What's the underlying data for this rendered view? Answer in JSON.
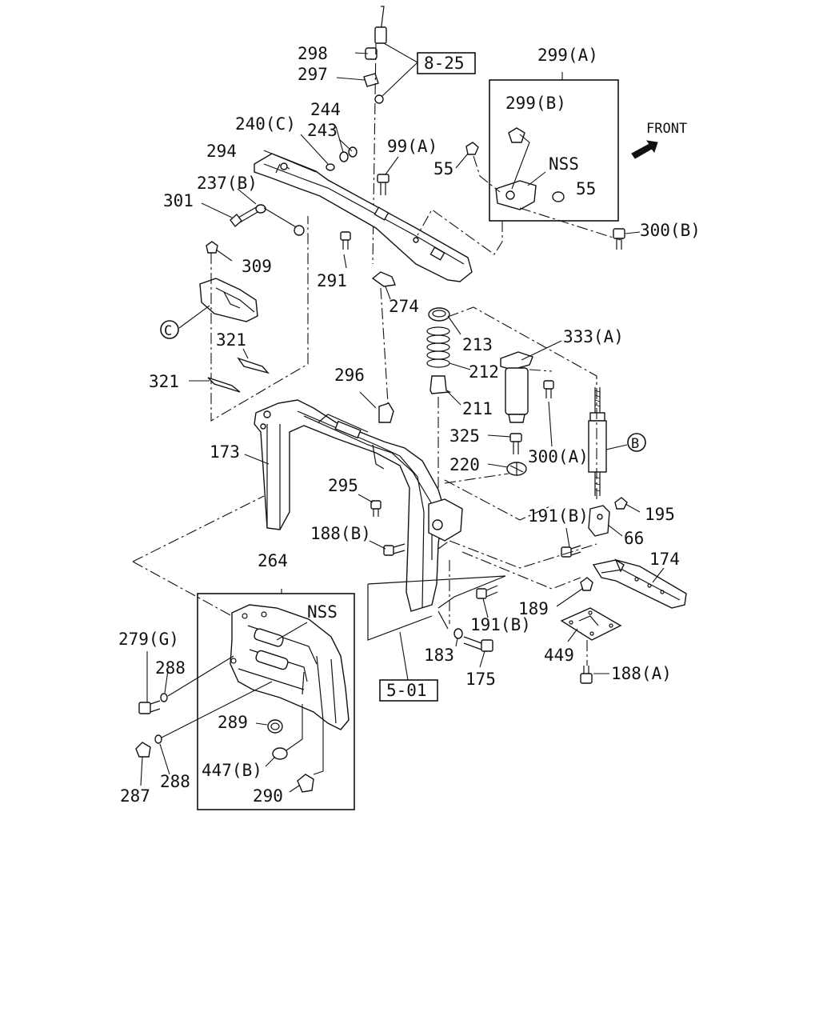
{
  "diagram": {
    "callouts": {
      "p298": "298",
      "p297": "297",
      "ref_8_25": "8-25",
      "p299a": "299(A)",
      "p299b": "299(B)",
      "nss_top": "NSS",
      "p55_left": "55",
      "p55_right": "55",
      "front": "FRONT",
      "p244": "244",
      "p243": "243",
      "p240c": "240(C)",
      "p294": "294",
      "p99a": "99(A)",
      "p237b": "237(B)",
      "p301": "301",
      "p300b": "300(B)",
      "p309": "309",
      "p291": "291",
      "p274": "274",
      "circle_c": "C",
      "p321_top": "321",
      "p321_bottom": "321",
      "p213": "213",
      "p333a": "333(A)",
      "p212": "212",
      "p296": "296",
      "p211": "211",
      "circle_b": "B",
      "p325": "325",
      "p173": "173",
      "p220": "220",
      "p300a": "300(A)",
      "p295": "295",
      "p195": "195",
      "p191b_upper": "191(B)",
      "p66": "66",
      "p188b": "188(B)",
      "p174": "174",
      "p264": "264",
      "nss_box": "NSS",
      "p189": "189",
      "p191b_lower": "191(B)",
      "p279g": "279(G)",
      "p288_upper": "288",
      "p183": "183",
      "p449": "449",
      "p175": "175",
      "p188a": "188(A)",
      "ref_5_01": "5-01",
      "p289": "289",
      "p447b": "447(B)",
      "p288_lower": "288",
      "p287": "287",
      "p290": "290"
    }
  }
}
